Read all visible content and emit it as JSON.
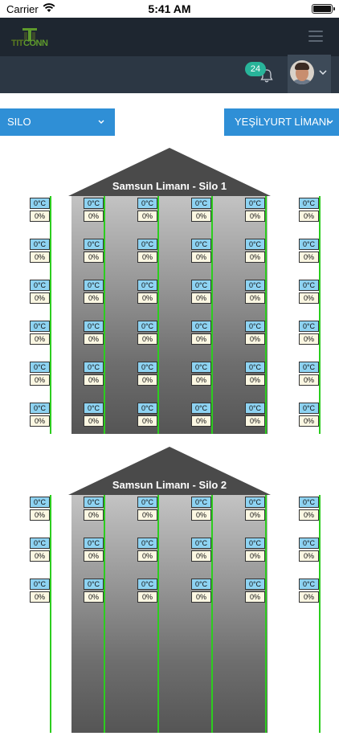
{
  "status_bar": {
    "carrier": "Carrier",
    "time": "5:41 AM"
  },
  "app": {
    "logo_left": "TIT",
    "logo_right": "CONN"
  },
  "notifications": {
    "count": "24"
  },
  "filters": {
    "type_value": "SILO",
    "port_value": "YEŞİLYURT LİMANI"
  },
  "silos": [
    {
      "title": "Samsun Limanı - Silo 1",
      "rows": 6,
      "sensor": {
        "temperature": "0°C",
        "humidity": "0%"
      }
    },
    {
      "title": "Samsun Limanı - Silo 2",
      "rows": 3,
      "sensor": {
        "temperature": "0°C",
        "humidity": "0%"
      }
    }
  ],
  "colors": {
    "dropdown": "#2f8fd6",
    "wire": "#2ccd1e",
    "badge": "#28b49a",
    "topbar": "#1e2630",
    "subbar": "#2c3744"
  },
  "icons": [
    "wifi-icon",
    "battery-icon",
    "menu-icon",
    "bell-icon",
    "avatar",
    "chevron-down-icon"
  ]
}
